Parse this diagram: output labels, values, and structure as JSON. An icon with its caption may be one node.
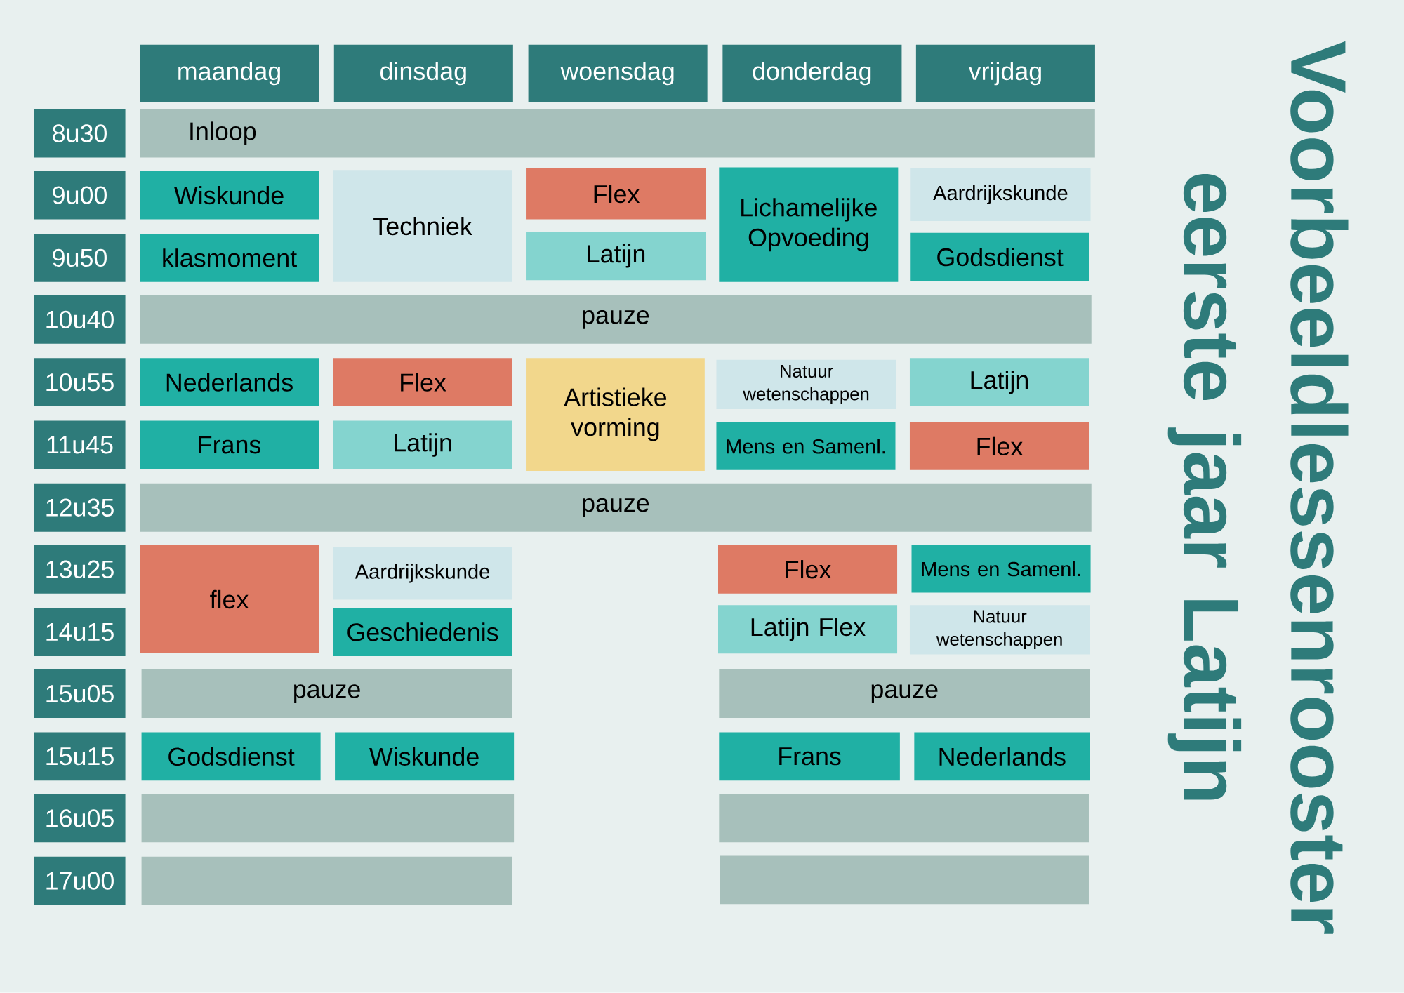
{
  "diagram": {
    "title": "Voorbeeldlessenrooster eerste jaar Latijn",
    "nodes": [
      {
        "text": [
          "maandag"
        ]
      },
      {
        "text": [
          "dinsdag"
        ]
      },
      {
        "text": [
          "woensdag"
        ]
      },
      {
        "text": [
          "donderdag"
        ]
      },
      {
        "text": [
          "vrijdag"
        ]
      },
      {
        "text": [
          "8u30"
        ]
      },
      {
        "text": [
          "Inloop"
        ]
      },
      {
        "text": [
          "9u00"
        ]
      },
      {
        "text": [
          "Wiskunde"
        ]
      },
      {
        "text": [
          "Techniek"
        ]
      },
      {
        "text": [
          "Flex"
        ]
      },
      {
        "text": [
          "Lichamelijke Opvoeding"
        ]
      },
      {
        "text": [
          "Aardrijkskunde"
        ]
      },
      {
        "text": [
          "9u50"
        ]
      },
      {
        "text": [
          "klasmoment"
        ]
      },
      {
        "text": [
          "Latijn"
        ]
      },
      {
        "text": [
          "Godsdienst"
        ]
      },
      {
        "text": [
          "10u40"
        ]
      },
      {
        "text": [
          "pauze"
        ]
      },
      {
        "text": [
          "10u55"
        ]
      },
      {
        "text": [
          "Nederlands"
        ]
      },
      {
        "text": [
          "Flex"
        ]
      },
      {
        "text": [
          "Artistieke vorming"
        ]
      },
      {
        "text": [
          "Natuur wetenschappen"
        ]
      },
      {
        "text": [
          "Latijn"
        ]
      },
      {
        "text": [
          "11u45"
        ]
      },
      {
        "text": [
          "Frans"
        ]
      },
      {
        "text": [
          "Latijn"
        ]
      },
      {
        "text": [
          "Mens en Samenl."
        ]
      },
      {
        "text": [
          "Flex"
        ]
      },
      {
        "text": [
          "12u35"
        ]
      },
      {
        "text": [
          "pauze"
        ]
      },
      {
        "text": [
          "13u25"
        ]
      },
      {
        "text": [
          "flex"
        ]
      },
      {
        "text": [
          "Aardrijkskunde"
        ]
      },
      {
        "text": [
          "Flex"
        ]
      },
      {
        "text": [
          "Mens en Samenl."
        ]
      },
      {
        "text": [
          "14u15"
        ]
      },
      {
        "text": [
          "Geschiedenis"
        ]
      },
      {
        "text": [
          "Latijn Flex"
        ]
      },
      {
        "text": [
          "Natuur wetenschappen"
        ]
      },
      {
        "text": [
          "15u05"
        ]
      },
      {
        "text": [
          "pauze"
        ]
      },
      {
        "text": [
          "pauze"
        ]
      },
      {
        "text": [
          "15u15"
        ]
      },
      {
        "text": [
          "Godsdienst"
        ]
      },
      {
        "text": [
          "Wiskunde"
        ]
      },
      {
        "text": [
          "Frans"
        ]
      },
      {
        "text": [
          "Nederlands"
        ]
      },
      {
        "text": [
          "16u05"
        ]
      },
      {
        "text": [],
        "shape": "box"
      },
      {
        "text": [],
        "shape": "box"
      },
      {
        "text": [
          "17u00"
        ]
      },
      {
        "text": [],
        "shape": "box"
      },
      {
        "text": [],
        "shape": "box"
      }
    ],
    "edges": []
  }
}
